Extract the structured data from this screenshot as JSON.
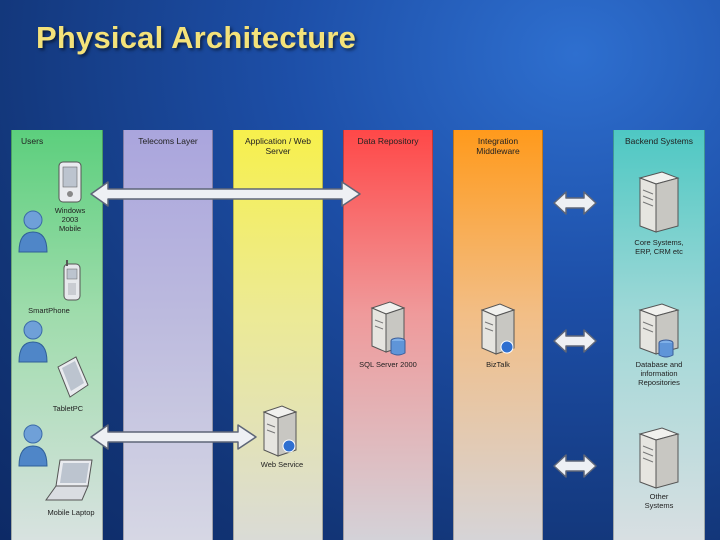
{
  "title": "Physical Architecture",
  "columns": {
    "users": "Users",
    "telecoms": "Telecoms Layer",
    "app_line1": "Application / Web",
    "app_line2": "Server",
    "data": "Data Repository",
    "mid_line1": "Integration",
    "mid_line2": "Middleware",
    "backend": "Backend Systems"
  },
  "users": {
    "windows_mobile": [
      "Windows",
      "2003",
      "Mobile"
    ],
    "smartphone": "SmartPhone",
    "tablet": "TabletPC",
    "laptop": "Mobile Laptop"
  },
  "servers": {
    "web_service": "Web Service",
    "sql": "SQL Server 2000",
    "biztalk": "BizTalk",
    "core": [
      "Core Systems,",
      "ERP, CRM etc"
    ],
    "database": [
      "Database and",
      "information",
      "Repositories"
    ],
    "other": [
      "Other",
      "Systems"
    ]
  },
  "colors": {
    "users": "#5ccf7d",
    "telecoms": "#aaa5dd",
    "application": "#f7f04c",
    "data": "#ff4848",
    "middleware": "#ff9a1c",
    "backend": "#4ec8c3",
    "title": "#f4e27a"
  },
  "icons": [
    "pda-icon",
    "person-icon",
    "mobile-phone-icon",
    "tablet-pc-icon",
    "laptop-icon",
    "server-icon",
    "database-icon",
    "double-arrow-icon"
  ]
}
